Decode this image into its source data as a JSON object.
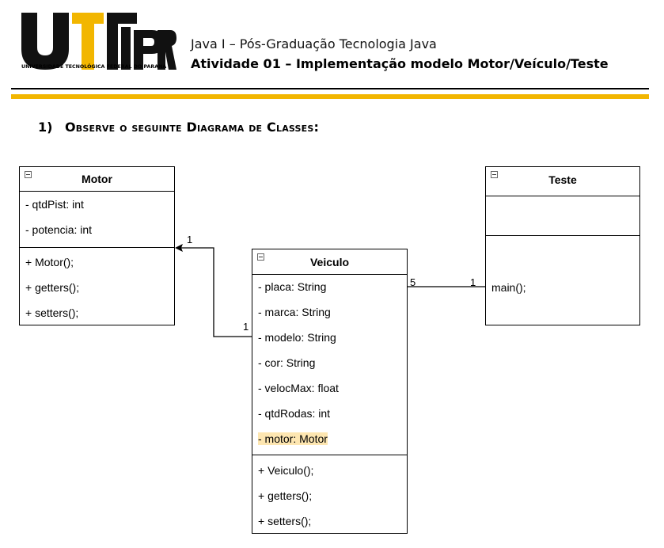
{
  "header": {
    "logo_text": "UTFPR",
    "logo_caption": "UNIVERSIDADE TECNOLÓGICA FEDERAL DO PARANÁ",
    "course_title": "Java I – Pós-Graduação Tecnologia Java",
    "activity_title": "Atividade 01 – Implementação modelo Motor/Veículo/Teste",
    "accent_color": "#f2b600"
  },
  "question": {
    "number": "1)",
    "text": "Observe o seguinte Diagrama de Classes:"
  },
  "diagram": {
    "classes": {
      "motor": {
        "name": "Motor",
        "attributes": [
          "- qtdPist: int",
          "- potencia: int"
        ],
        "methods": [
          "+ Motor();",
          "+ getters();",
          "+ setters();"
        ]
      },
      "teste": {
        "name": "Teste",
        "attributes": [],
        "methods": [
          "main();"
        ]
      },
      "veiculo": {
        "name": "Veiculo",
        "attributes": [
          "- placa: String",
          "- marca: String",
          "- modelo: String",
          "- cor: String",
          "- velocMax: float",
          "- qtdRodas: int",
          "- motor: Motor"
        ],
        "methods": [
          "+ Veiculo();",
          "+ getters();",
          "+ setters();"
        ]
      }
    },
    "associations": [
      {
        "from": "Veiculo",
        "to": "Motor",
        "from_mult": "1",
        "to_mult": "1",
        "navigable_to": "Motor"
      },
      {
        "from": "Veiculo",
        "to": "Teste",
        "from_mult": "5",
        "to_mult": "1"
      }
    ],
    "highlight_color": "#fde6b1"
  }
}
